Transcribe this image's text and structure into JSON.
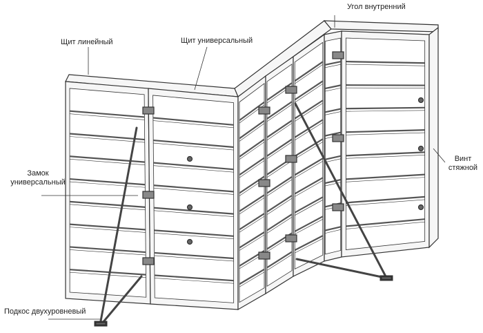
{
  "labels": {
    "inner_corner": "Угол внутренний",
    "linear_panel": "Щит линейный",
    "universal_panel": "Щит универсальный",
    "universal_lock_1": "Замок",
    "universal_lock_2": "универсальный",
    "tie_screw_1": "Винт",
    "tie_screw_2": "стяжной",
    "two_level_brace": "Подкос двухуровневый"
  },
  "colors": {
    "line": "#333333",
    "fill": "#f4f4f4"
  }
}
